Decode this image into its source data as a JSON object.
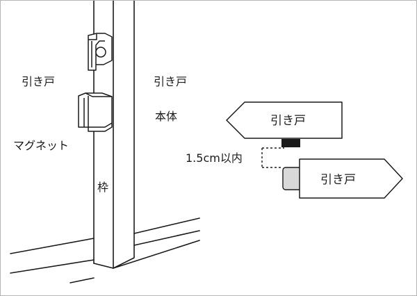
{
  "labels": {
    "sliding_door_left": "引き戸",
    "sliding_door_right": "引き戸",
    "main_unit": "本体",
    "magnet": "マグネット",
    "frame": "枠",
    "gap": "1.5cm以内",
    "arrow_left_door": "引き戸",
    "arrow_right_door": "引き戸"
  },
  "colors": {
    "line": "#1a1a1a",
    "magnet_fill": "#1a1a1a",
    "sensor_fill": "#d9d9d9",
    "border": "#b5b5b5"
  }
}
